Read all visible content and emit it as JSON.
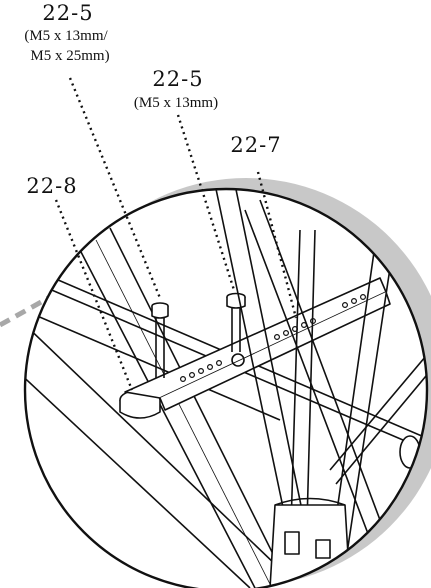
{
  "callouts": {
    "bolt_a": {
      "part": "22-5",
      "spec_line1": "(M5 x 13mm/",
      "spec_line2": "M5 x 25mm)"
    },
    "bolt_b": {
      "part": "22-5",
      "spec_line1": "(M5 x 13mm)"
    },
    "bracket": {
      "part": "22-7"
    },
    "clamp": {
      "part": "22-8"
    }
  },
  "colors": {
    "ink": "#111111",
    "shadow": "#c8c8c8",
    "guide": "#a8a8a8",
    "paper": "#ffffff"
  }
}
